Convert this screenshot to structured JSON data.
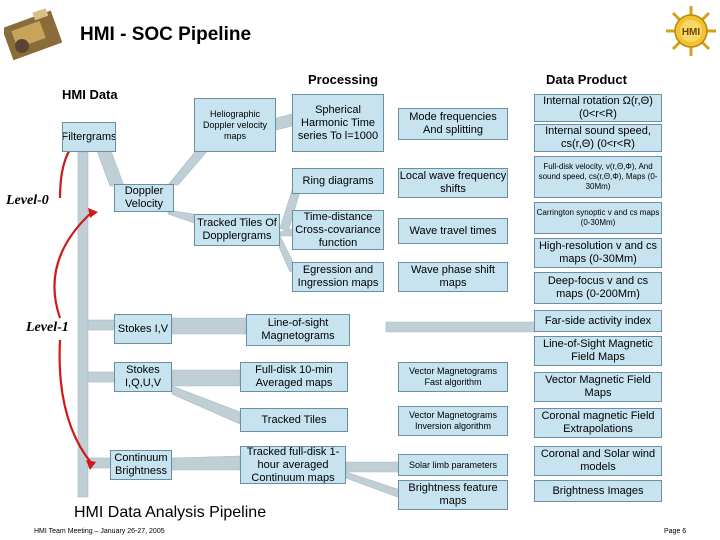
{
  "title": "HMI - SOC Pipeline",
  "headers": {
    "hmi_data": "HMI Data",
    "processing": "Processing",
    "data_product": "Data Product"
  },
  "levels": {
    "level0": "Level-0",
    "level1": "Level-1"
  },
  "boxes": {
    "filtergrams": "Filtergrams",
    "heliographic": "Heliographic Doppler velocity maps",
    "spherical": "Spherical Harmonic Time series To l=1000",
    "mode_freq": "Mode frequencies And splitting",
    "internal_rotation": "Internal rotation Ω(r,Θ) (0<r<R)",
    "internal_sound": "Internal sound speed, cs(r,Θ) (0<r<R)",
    "ring": "Ring diagrams",
    "local_wave": "Local wave frequency shifts",
    "full_disk_velocity": "Full-disk velocity, v(r,Θ,Φ), And sound speed, cs(r,Θ,Φ), Maps (0-30Mm)",
    "doppler": "Doppler Velocity",
    "tracked_tiles_doppler": "Tracked Tiles Of Dopplergrams",
    "time_distance": "Time-distance Cross-covariance function",
    "wave_travel": "Wave travel times",
    "carrington": "Carrington synoptic v and cs maps (0-30Mm)",
    "high_res": "High-resolution v and cs maps (0-30Mm)",
    "egression": "Egression and Ingression maps",
    "wave_phase": "Wave phase shift maps",
    "deep_focus": "Deep-focus v and cs maps (0-200Mm)",
    "far_side": "Far-side activity index",
    "stokes_iv": "Stokes I,V",
    "los_magnetograms": "Line-of-sight Magnetograms",
    "los_field_maps": "Line-of-Sight Magnetic Field Maps",
    "stokes_iquv": "Stokes I,Q,U,V",
    "full_disk_10min": "Full-disk 10-min Averaged maps",
    "vector_fast": "Vector Magnetograms Fast algorithm",
    "vector_field_maps": "Vector Magnetic Field Maps",
    "tracked_tiles": "Tracked Tiles",
    "vector_inversion": "Vector Magnetograms Inversion algorithm",
    "coronal_field": "Coronal magnetic Field Extrapolations",
    "continuum": "Continuum Brightness",
    "tracked_full_disk": "Tracked full-disk 1-hour averaged Continuum maps",
    "solar_limb": "Solar limb parameters",
    "coronal_wind": "Coronal and Solar wind models",
    "brightness_feature": "Brightness feature maps",
    "brightness_images": "Brightness Images"
  },
  "subtitle": "HMI Data Analysis Pipeline",
  "footer": {
    "meeting": "HMI Team Meeting – January 26-27, 2005",
    "page": "Page 6"
  },
  "colors": {
    "box_fill": "#c6e3ef",
    "box_border": "#6a8fa3",
    "connector": "#c0cfd6",
    "arrow": "#d01818"
  },
  "icons": {
    "left_logo": "satellite-instrument-icon",
    "right_logo": "hmi-sun-logo-icon"
  }
}
